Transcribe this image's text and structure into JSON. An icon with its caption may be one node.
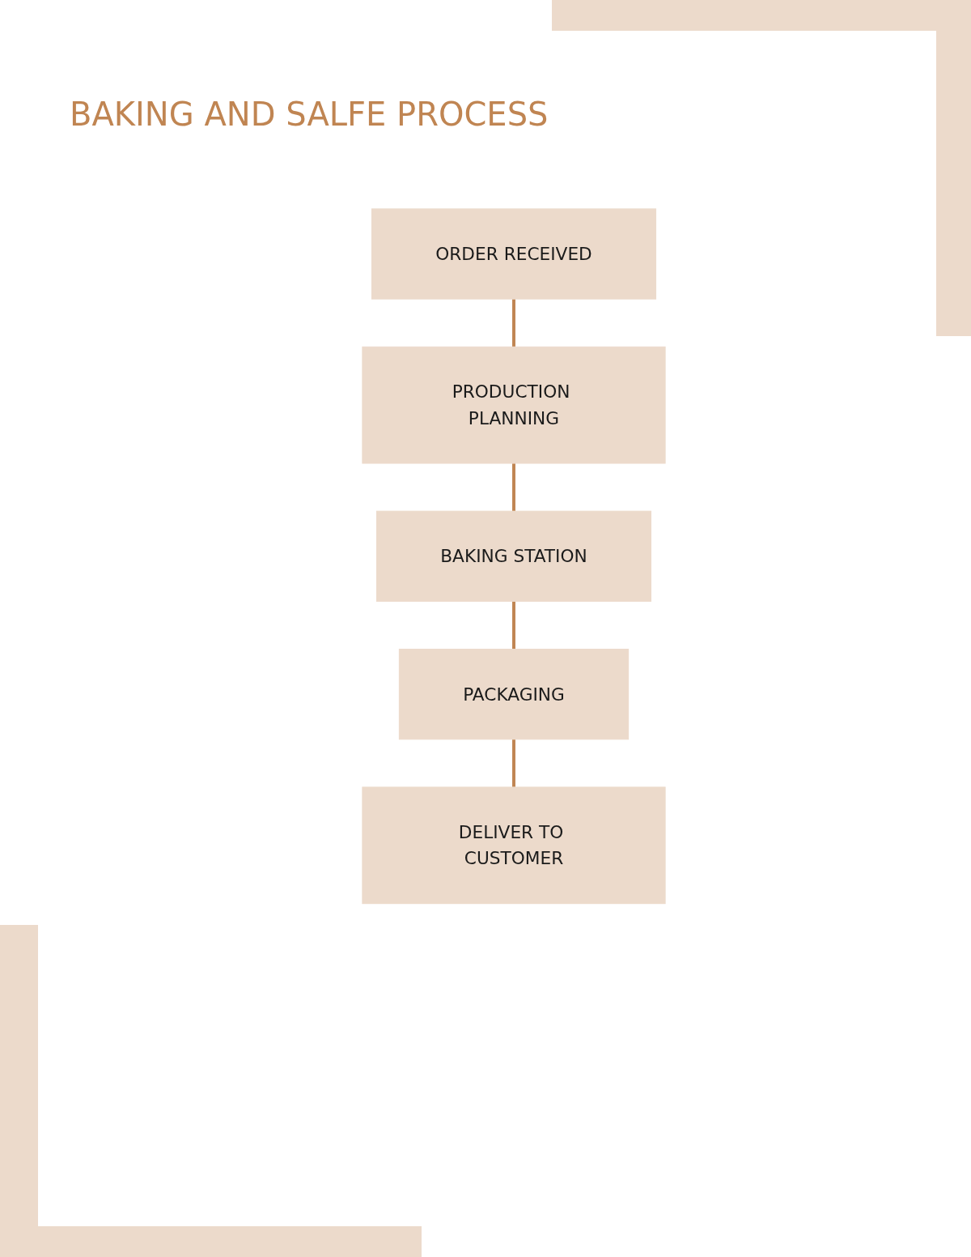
{
  "diagram": {
    "title": "BAKING AND SALFE PROCESS",
    "nodes": [
      {
        "text": [
          "ORDER RECEIVED"
        ]
      },
      {
        "text": [
          "PRODUCTION PLANNING"
        ]
      },
      {
        "text": [
          "BAKING STATION"
        ]
      },
      {
        "text": [
          "PACKAGING"
        ]
      },
      {
        "text": [
          "DELIVER TO CUSTOMER"
        ]
      }
    ],
    "edges": [
      {
        "from": 0,
        "to": 1,
        "arrow": "none"
      },
      {
        "from": 1,
        "to": 2,
        "arrow": "none"
      },
      {
        "from": 2,
        "to": 3,
        "arrow": "none"
      },
      {
        "from": 3,
        "to": 4,
        "arrow": "none"
      }
    ]
  }
}
